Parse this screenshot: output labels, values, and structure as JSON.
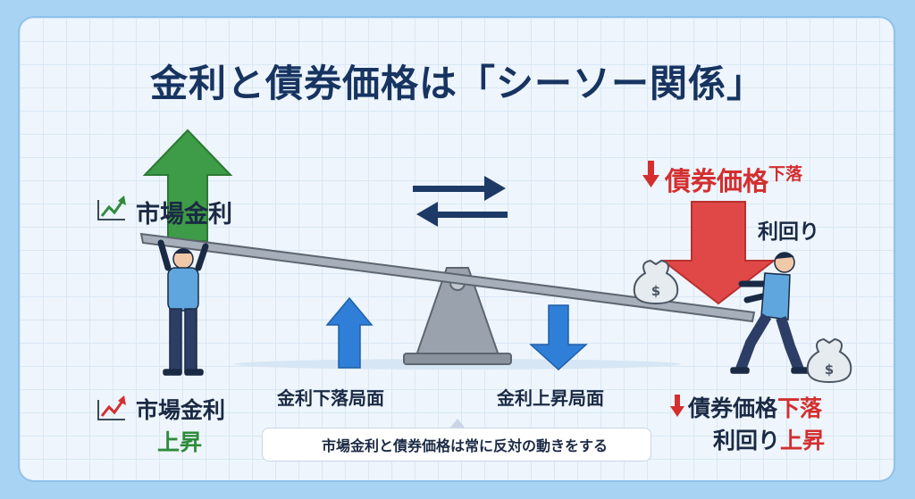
{
  "title": "金利と債券価格は「シーソー関係」",
  "left_top": {
    "label": "市場金利"
  },
  "left_bottom": {
    "label": "市場金利",
    "status": "上昇"
  },
  "right_top": {
    "label": "債券価格",
    "suffix": "下落",
    "sub": "利回り"
  },
  "right_bottom": {
    "label": "債券価格",
    "suffix": "下落",
    "sub": "利回り",
    "sub_status": "上昇"
  },
  "center": {
    "falling_label": "金利下落局面",
    "rising_label": "金利上昇局面"
  },
  "tip": {
    "text": "市場金利と債券価格は常に反対の動きをする"
  },
  "money_symbol": "$",
  "icons": [
    "trend-up-icon",
    "arrow-down-icon",
    "exchange-arrows-icon",
    "lightbulb-icon",
    "money-bag-icon"
  ],
  "colors": {
    "title": "#173461",
    "green": "#2e8b3a",
    "red": "#d32f2f",
    "blue": "#2f7fd8"
  }
}
